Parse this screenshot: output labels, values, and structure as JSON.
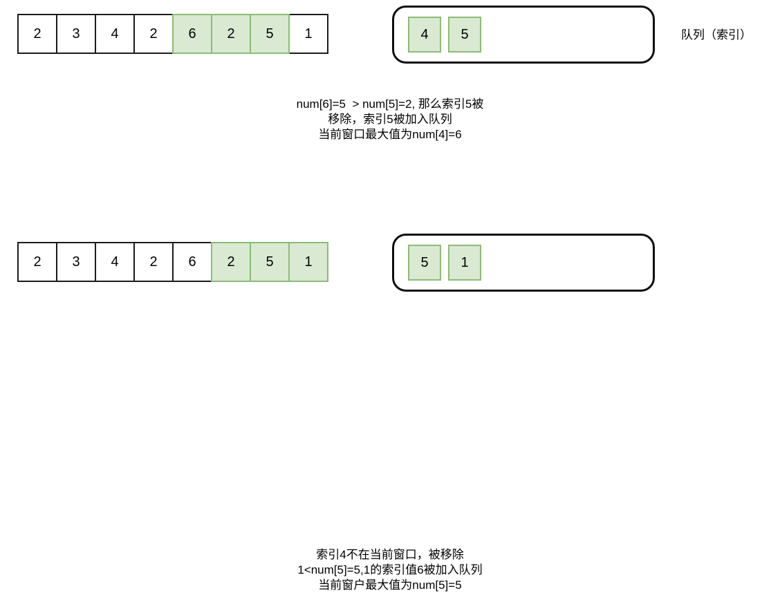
{
  "colors": {
    "highlight_fill": "#d9e9d2",
    "highlight_border": "#8cbb78",
    "cell_border": "#1a1a1a",
    "queue_border": "#0d0d0d",
    "text": "#000000",
    "background": "#ffffff"
  },
  "side_label": "队列（索引）",
  "steps": [
    {
      "id": "step-1",
      "array": {
        "label": "nums-array-step-1",
        "cells": [
          {
            "value": "2",
            "highlighted": false
          },
          {
            "value": "3",
            "highlighted": false
          },
          {
            "value": "4",
            "highlighted": false
          },
          {
            "value": "2",
            "highlighted": false
          },
          {
            "value": "6",
            "highlighted": true
          },
          {
            "value": "2",
            "highlighted": true
          },
          {
            "value": "5",
            "highlighted": true
          },
          {
            "value": "1",
            "highlighted": false
          }
        ]
      },
      "queue": {
        "label": "queue-step-1",
        "items": [
          "4",
          "5"
        ]
      },
      "caption": [
        "num[6]=5  > num[5]=2, 那么索引5被",
        "移除，索引5被加入队列",
        "当前窗口最大值为num[4]=6"
      ]
    },
    {
      "id": "step-2",
      "array": {
        "label": "nums-array-step-2",
        "cells": [
          {
            "value": "2",
            "highlighted": false
          },
          {
            "value": "3",
            "highlighted": false
          },
          {
            "value": "4",
            "highlighted": false
          },
          {
            "value": "2",
            "highlighted": false
          },
          {
            "value": "6",
            "highlighted": false
          },
          {
            "value": "2",
            "highlighted": true
          },
          {
            "value": "5",
            "highlighted": true
          },
          {
            "value": "1",
            "highlighted": true
          }
        ]
      },
      "queue": {
        "label": "queue-step-2",
        "items": [
          "5",
          "1"
        ]
      },
      "caption": [
        "索引4不在当前窗口，被移除",
        "1<num[5]=5,1的索引值6被加入队列",
        "当前窗户最大值为num[5]=5"
      ]
    }
  ]
}
